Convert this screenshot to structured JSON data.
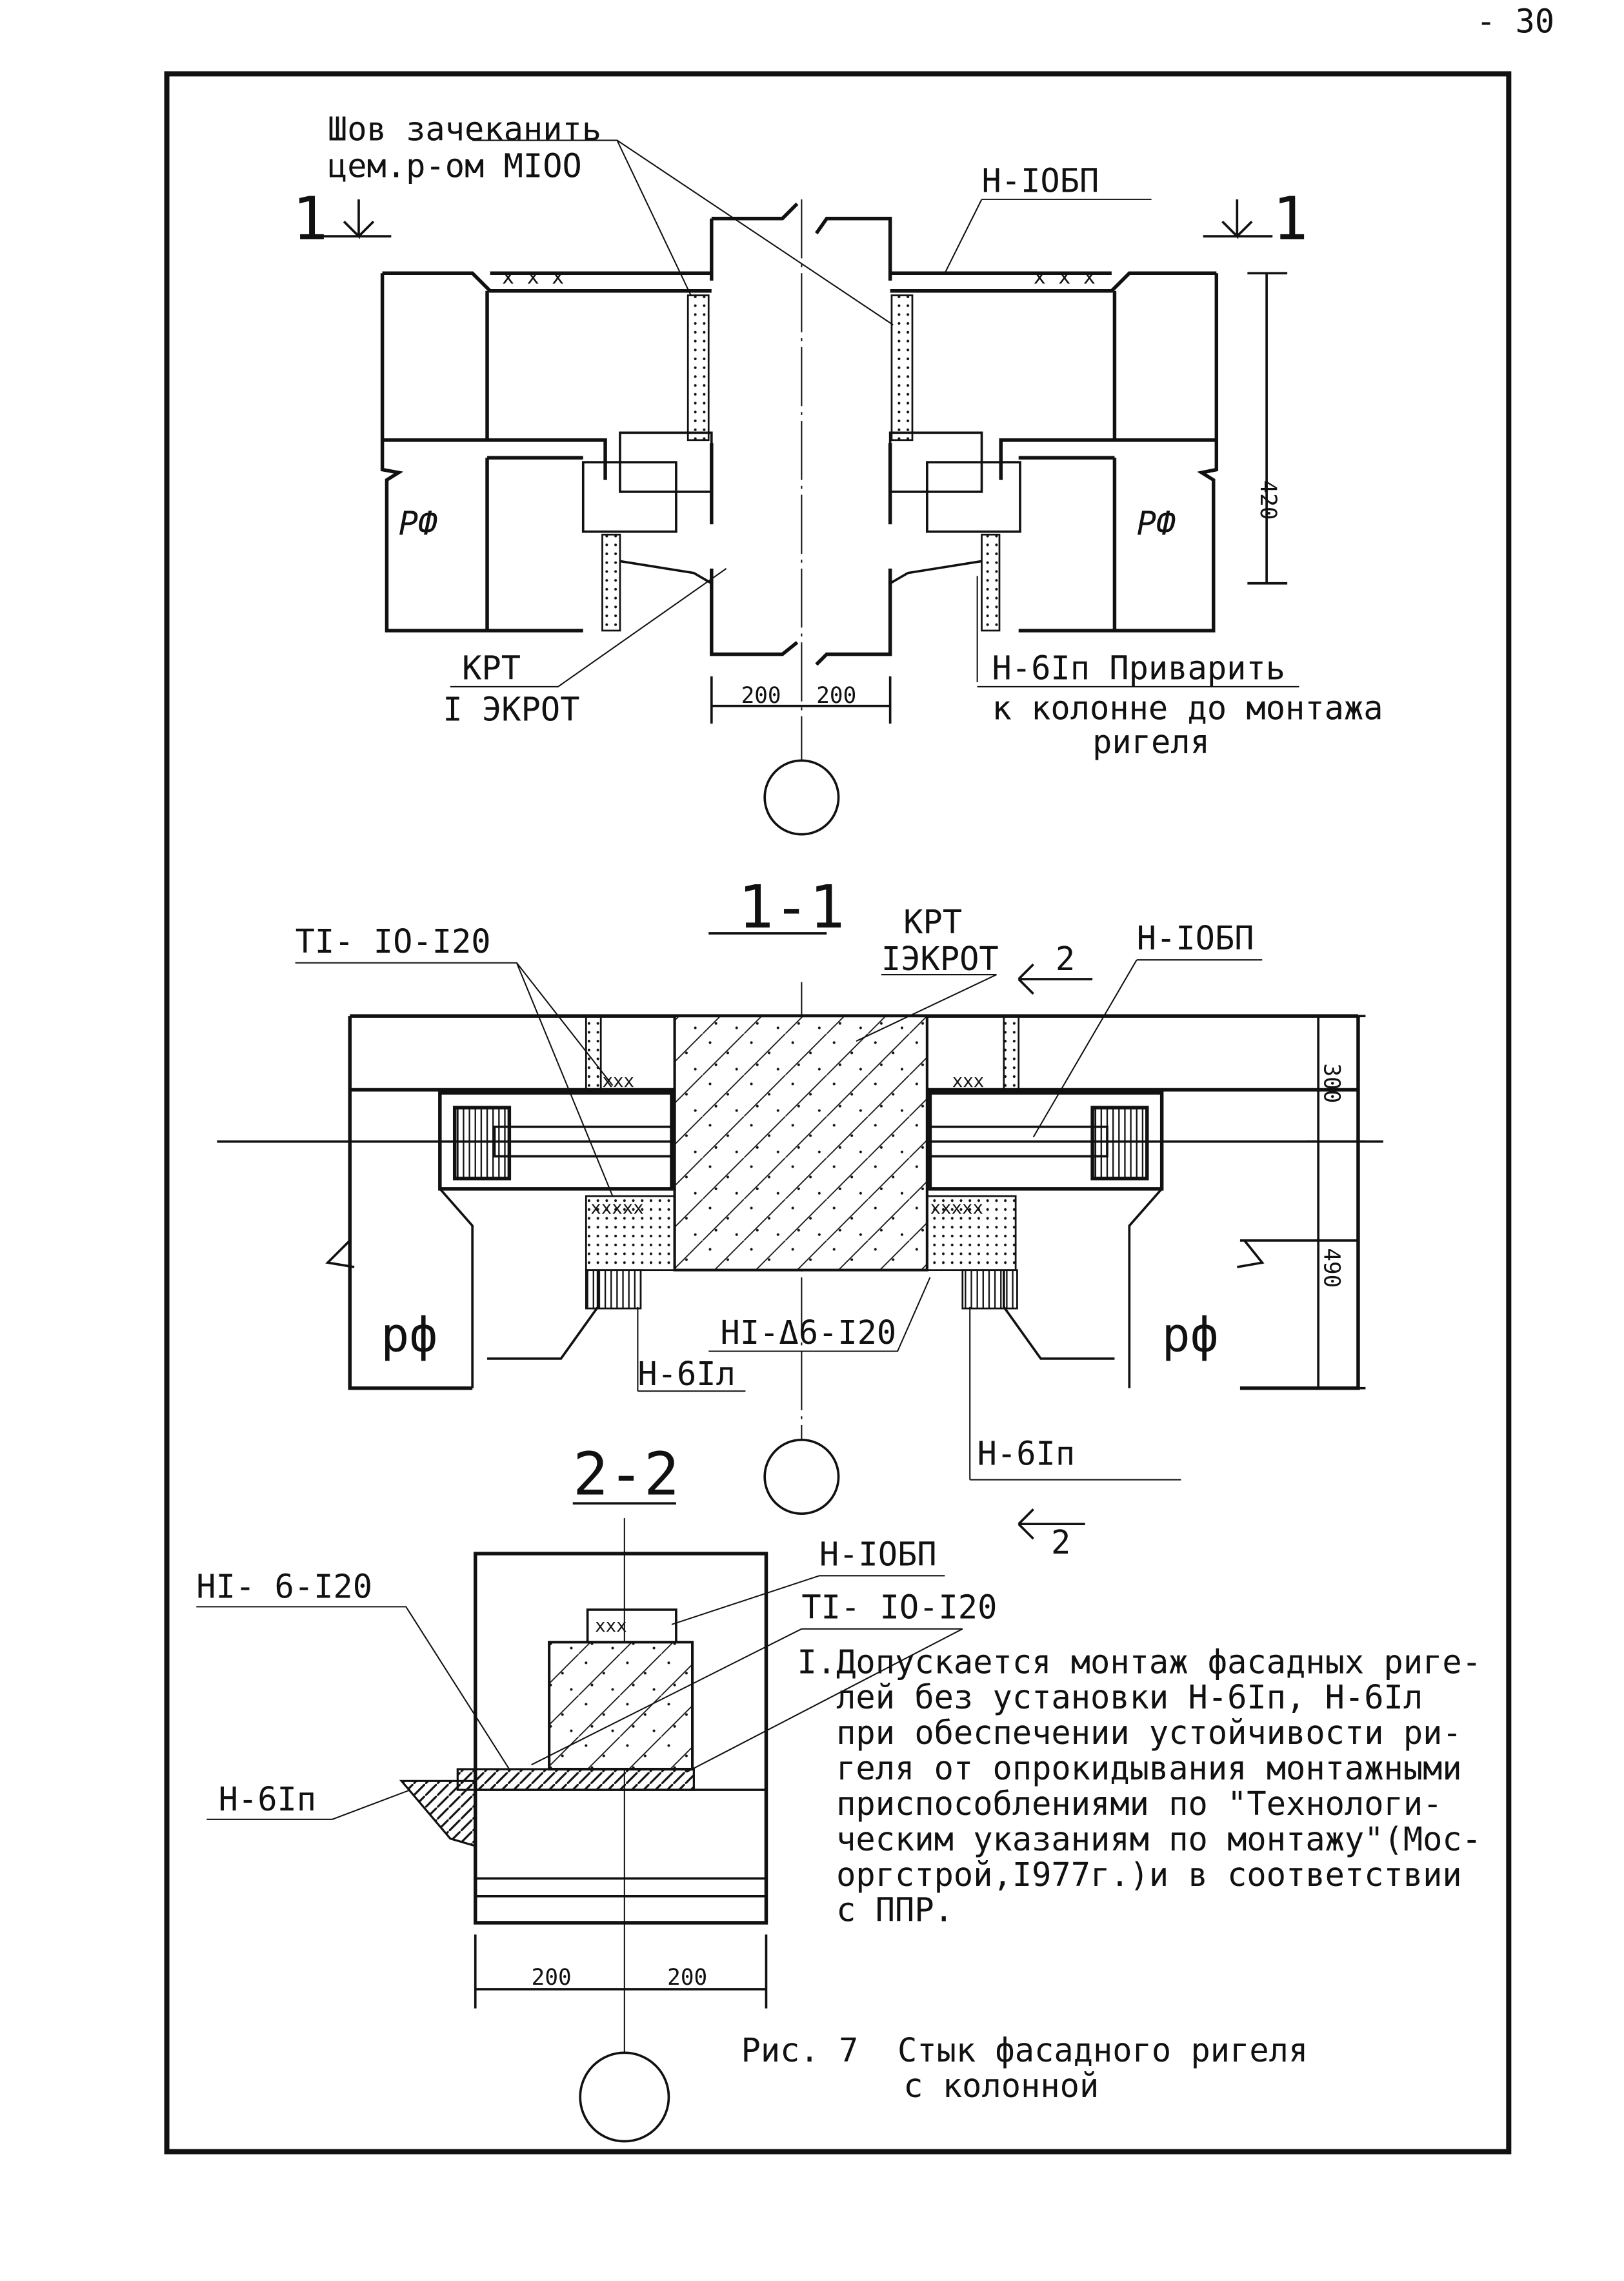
{
  "page_number": "- 30",
  "plan": {
    "seam_note_line1": "Шов зачеканить",
    "seam_note_line2": "цем.р-ом МIOO",
    "section_mark_left": "1",
    "section_mark_right": "1",
    "label_n10bp": "Н-IOБП",
    "label_rf_left": "РФ",
    "label_rf_right": "РФ",
    "label_krt": "КРТ",
    "label_ekrot": "I ЭКРОТ",
    "dim_left": "200",
    "dim_right": "200",
    "dim_height": "420",
    "weld_note_line1": "Н-6Iп  Приварить",
    "weld_note_line2": "к колонне до монтажа",
    "weld_note_line3": "ригеля"
  },
  "section_1_1": {
    "title": "1-1",
    "label_krt": "КРТ",
    "label_ekrot": "IЭКРОТ",
    "section_mark": "2",
    "label_t1": "TI- IO-I20",
    "label_n10bp": "Н-IOБП",
    "dim_top": "300",
    "dim_bottom": "490",
    "label_rf_left": "рф",
    "label_rf_right": "рф",
    "label_n1_6": "НI-Δ6-I20",
    "label_n61l": "Н-6Iл",
    "label_n61p": "Н-6Iп",
    "section_mark_bottom": "2"
  },
  "section_2_2": {
    "title": "2-2",
    "label_n10bp": "Н-IOБП",
    "label_t1": "TI- IO-I20",
    "label_n1_6": "НI- 6-I20",
    "label_n61p": "Н-6Iп",
    "dim_left": "200",
    "dim_right": "200"
  },
  "note": {
    "lines": [
      "I.Допускается монтаж фасадных риге-",
      "  лей без установки Н-6Iп, Н-6Iл",
      "  при обеспечении устойчивости ри-",
      "  геля от опрокидывания монтажными",
      "  приспособлениями по \"Технологи-",
      "  ческим указаниям по монтажу\"(Мос-",
      "  оргстрой,I977г.)и в соответствии",
      "  с ППР."
    ]
  },
  "caption": {
    "line1": "Рис. 7  Стык фасадного ригеля",
    "line2": "с колонной"
  }
}
